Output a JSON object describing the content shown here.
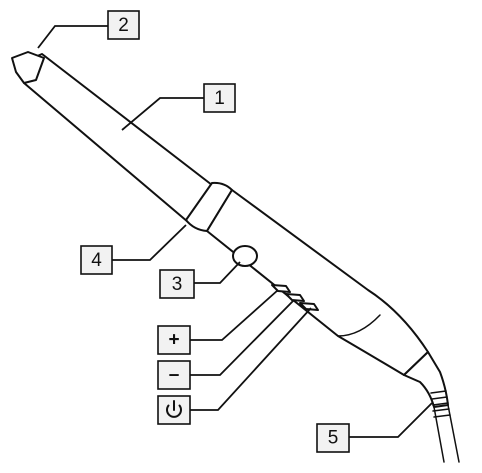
{
  "diagram": {
    "callouts": {
      "tip": "2",
      "barrel": "1",
      "collar": "4",
      "button_circle": "3",
      "plus": "+",
      "minus": "–",
      "power": "",
      "cord": "5"
    },
    "icons": {
      "power": "power-icon"
    }
  }
}
